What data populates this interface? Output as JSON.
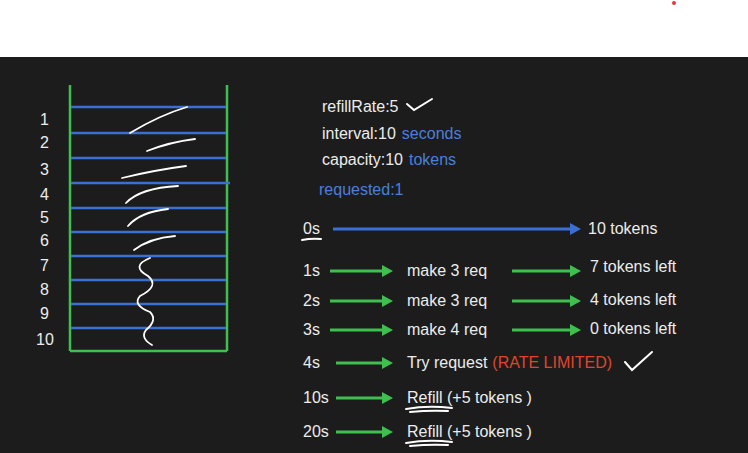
{
  "diagram": {
    "labels": [
      "1",
      "2",
      "3",
      "4",
      "5",
      "6",
      "7",
      "8",
      "9",
      "10",
      "refillRate:5",
      "interval:10",
      "seconds",
      "capacity:10",
      "tokens",
      "requested:1",
      "0s",
      "10 tokens",
      "1s",
      "make 3 req",
      "7 tokens left",
      "2s",
      "make 3 req",
      "4 tokens left",
      "3s",
      "make 4 req",
      "0 tokens left",
      "4s",
      "Try request",
      "(RATE LIMITED)",
      "10s",
      "Refill (+5 tokens )",
      "20s",
      "Refill (+5 tokens )"
    ]
  }
}
